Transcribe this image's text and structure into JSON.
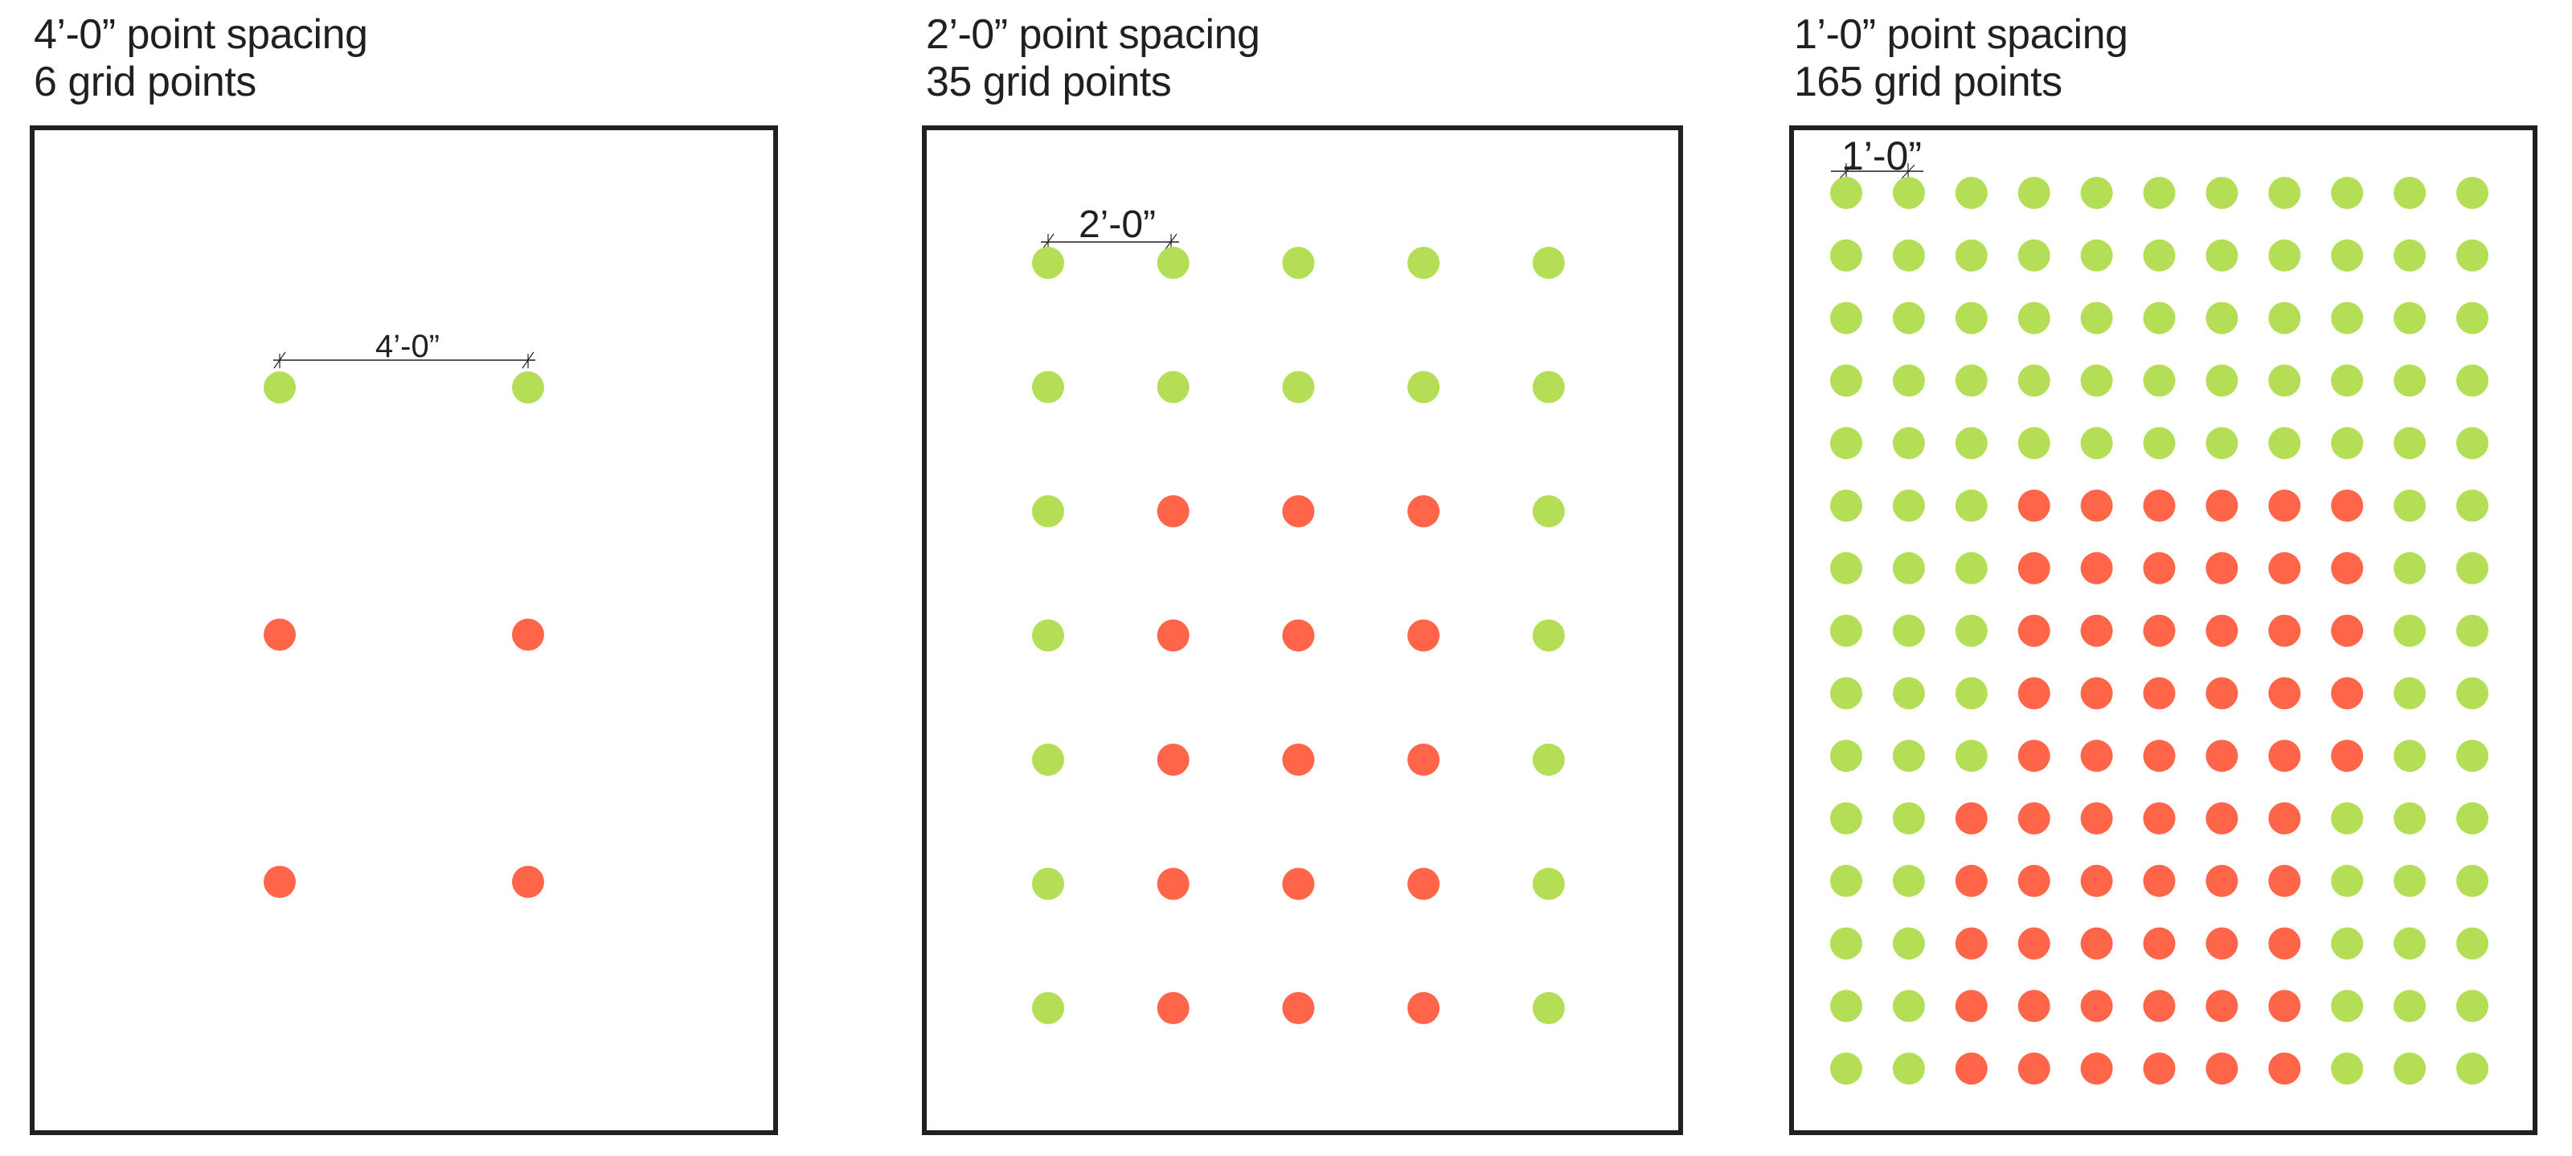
{
  "colors": {
    "green": "#b3de55",
    "red": "#ff6549",
    "frame": "#231f20",
    "dimension_line": "#231f20"
  },
  "legend_semantics": {
    "green": "grid point (green)",
    "red": "grid point (red)"
  },
  "panels": [
    {
      "id": "panel-4ft",
      "title_line1": "4’-0” point spacing",
      "title_line2": "6 grid points",
      "dimension_label": "4’-0”",
      "spacing_ft": 4,
      "grid_points": 6,
      "columns": 2,
      "rows": 3,
      "pattern": [
        "GG",
        "RR",
        "RR"
      ]
    },
    {
      "id": "panel-2ft",
      "title_line1": "2’-0” point spacing",
      "title_line2": "35 grid points",
      "dimension_label": "2’-0”",
      "spacing_ft": 2,
      "grid_points": 35,
      "columns": 5,
      "rows": 7,
      "pattern": [
        "GGGGG",
        "GGGGG",
        "GRRRG",
        "GRRRG",
        "GRRRG",
        "GRRRG",
        "GRRRG"
      ]
    },
    {
      "id": "panel-1ft",
      "title_line1": "1’-0” point spacing",
      "title_line2": "165 grid points",
      "dimension_label": "1’-0”",
      "spacing_ft": 1,
      "grid_points": 165,
      "columns": 11,
      "rows": 15,
      "pattern": [
        "GGGGGGGGGGG",
        "GGGGGGGGGGG",
        "GGGGGGGGGGG",
        "GGGGGGGGGGG",
        "GGGGGGGGGGG",
        "GGGRRRRRRGG",
        "GGGRRRRRRGG",
        "GGGRRRRRRGG",
        "GGGRRRRRRGG",
        "GGGRRRRRRGG",
        "GGRRRRRRGGG",
        "GGRRRRRRGGG",
        "GGRRRRRRGGG",
        "GGRRRRRRGGG",
        "GGRRRRRRGGG"
      ]
    }
  ]
}
